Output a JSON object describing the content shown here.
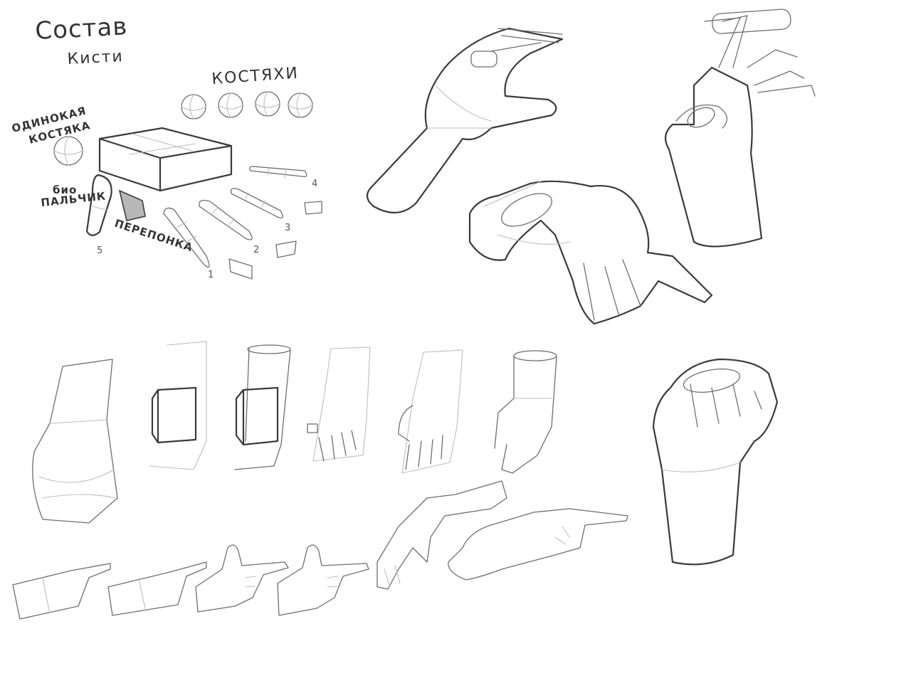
{
  "sheet": {
    "title_line1": "Состав",
    "title_line2": "Кисти",
    "label_bones": "КОСТЯХИ",
    "label_lone_line1": "ОДИНОКАЯ",
    "label_lone_line2": "КОСТЯКА",
    "label_thumb_line1": "био",
    "label_thumb_line2": "ПАЛЬЧИК",
    "label_web": "ПЕРЕПОНКА",
    "finger_numbers": [
      "1",
      "2",
      "3",
      "4",
      "5"
    ]
  },
  "colors": {
    "background": "#ffffff",
    "ink": "#3a3a3a",
    "construction": "#bdbdbd"
  }
}
